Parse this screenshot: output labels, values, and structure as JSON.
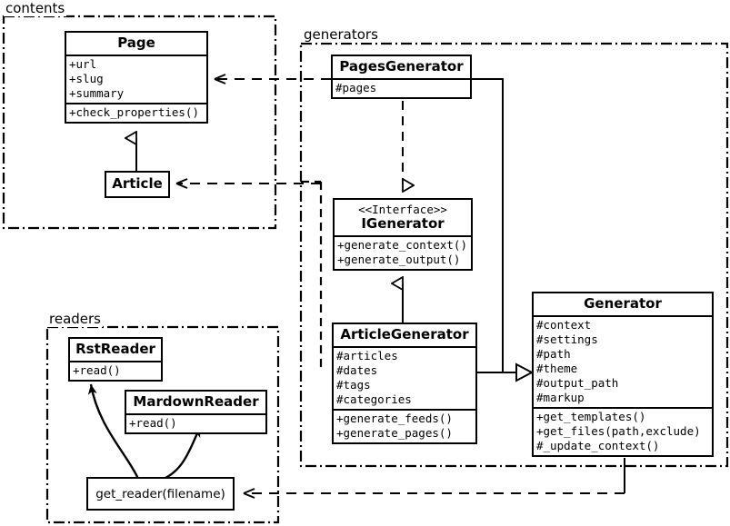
{
  "diagram": {
    "type": "uml-class-diagram",
    "packages": [
      {
        "name": "contents",
        "label": "contents"
      },
      {
        "name": "generators",
        "label": "generators"
      },
      {
        "name": "readers",
        "label": "readers"
      }
    ],
    "classes": [
      {
        "name": "page",
        "title": "Page",
        "stereotype": "",
        "attributes": [
          "+url",
          "+slug",
          "+summary"
        ],
        "operations": [
          "+check_properties()"
        ]
      },
      {
        "name": "article",
        "title": "Article",
        "stereotype": "",
        "attributes": [],
        "operations": []
      },
      {
        "name": "pages-generator",
        "title": "PagesGenerator",
        "stereotype": "",
        "attributes": [
          "#pages"
        ],
        "operations": []
      },
      {
        "name": "igenerator",
        "title": "IGenerator",
        "stereotype": "<<Interface>>",
        "attributes": [],
        "operations": [
          "+generate_context()",
          "+generate_output()"
        ]
      },
      {
        "name": "article-generator",
        "title": "ArticleGenerator",
        "stereotype": "",
        "attributes": [
          "#articles",
          "#dates",
          "#tags",
          "#categories"
        ],
        "operations": [
          "+generate_feeds()",
          "+generate_pages()"
        ]
      },
      {
        "name": "generator",
        "title": "Generator",
        "stereotype": "",
        "attributes": [
          "#context",
          "#settings",
          "#path",
          "#theme",
          "#output_path",
          "#markup"
        ],
        "operations": [
          "+get_templates()",
          "+get_files(path,exclude)",
          "#_update_context()"
        ]
      },
      {
        "name": "rst-reader",
        "title": "RstReader",
        "stereotype": "",
        "attributes": [],
        "operations": [
          "+read()"
        ]
      },
      {
        "name": "mardown-reader",
        "title": "MardownReader",
        "stereotype": "",
        "attributes": [],
        "operations": [
          "+read()"
        ]
      }
    ],
    "functions": [
      {
        "name": "get-reader",
        "label": "get_reader(filename)"
      }
    ],
    "colors": {
      "stroke": "#000000",
      "background": "#ffffff",
      "text": "#000000"
    },
    "relationships": [
      {
        "name": "article-inherits-page",
        "kind": "generalization",
        "from": "Article",
        "to": "Page"
      },
      {
        "name": "pagesgenerator-realizes-igenerator",
        "kind": "realization",
        "from": "PagesGenerator",
        "to": "IGenerator"
      },
      {
        "name": "articlegenerator-inherits-igenerator",
        "kind": "generalization",
        "from": "ArticleGenerator",
        "to": "IGenerator"
      },
      {
        "name": "articlegenerator-inherits-generator",
        "kind": "generalization",
        "from": "ArticleGenerator",
        "to": "Generator"
      },
      {
        "name": "pagesgenerator-inherits-generator",
        "kind": "generalization",
        "from": "PagesGenerator",
        "to": "Generator"
      },
      {
        "name": "pagesgenerator-uses-page",
        "kind": "dependency",
        "from": "PagesGenerator",
        "to": "Page"
      },
      {
        "name": "generators-uses-article",
        "kind": "dependency",
        "from": "generators",
        "to": "Article"
      },
      {
        "name": "generator-uses-get-reader",
        "kind": "dependency",
        "from": "Generator",
        "to": "get_reader(filename)"
      },
      {
        "name": "get-reader-creates-rstreader",
        "kind": "association",
        "from": "get_reader(filename)",
        "to": "RstReader"
      },
      {
        "name": "get-reader-creates-mardownreader",
        "kind": "association",
        "from": "get_reader(filename)",
        "to": "MardownReader"
      }
    ]
  }
}
